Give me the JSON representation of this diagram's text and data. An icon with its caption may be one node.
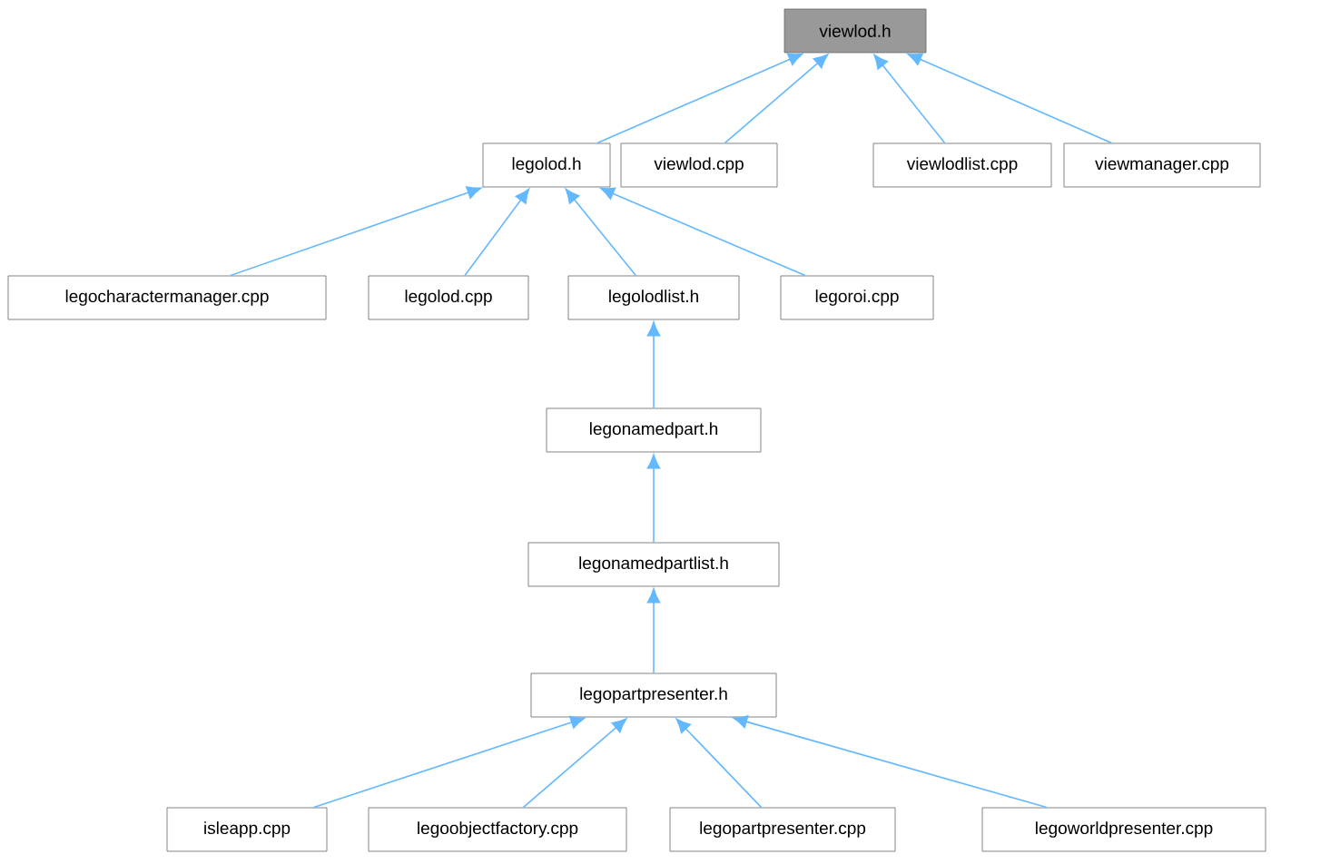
{
  "diagram": {
    "nodes": [
      {
        "text": [
          "viewlod.h"
        ]
      },
      {
        "text": [
          "legolod.h"
        ]
      },
      {
        "text": [
          "viewlod.cpp"
        ]
      },
      {
        "text": [
          "viewlodlist.cpp"
        ]
      },
      {
        "text": [
          "viewmanager.cpp"
        ]
      },
      {
        "text": [
          "legocharactermanager.cpp"
        ]
      },
      {
        "text": [
          "legolod.cpp"
        ]
      },
      {
        "text": [
          "legolodlist.h"
        ]
      },
      {
        "text": [
          "legoroi.cpp"
        ]
      },
      {
        "text": [
          "legonamedpart.h"
        ]
      },
      {
        "text": [
          "legonamedpartlist.h"
        ]
      },
      {
        "text": [
          "legopartpresenter.h"
        ]
      },
      {
        "text": [
          "isleapp.cpp"
        ]
      },
      {
        "text": [
          "legoobjectfactory.cpp"
        ]
      },
      {
        "text": [
          "legopartpresenter.cpp"
        ]
      },
      {
        "text": [
          "legoworldpresenter.cpp"
        ]
      }
    ],
    "edges": [
      {
        "from": 1,
        "to": 0,
        "arrow": "to"
      },
      {
        "from": 2,
        "to": 0,
        "arrow": "to"
      },
      {
        "from": 3,
        "to": 0,
        "arrow": "to"
      },
      {
        "from": 4,
        "to": 0,
        "arrow": "to"
      },
      {
        "from": 5,
        "to": 1,
        "arrow": "to"
      },
      {
        "from": 6,
        "to": 1,
        "arrow": "to"
      },
      {
        "from": 7,
        "to": 1,
        "arrow": "to"
      },
      {
        "from": 8,
        "to": 1,
        "arrow": "to"
      },
      {
        "from": 9,
        "to": 7,
        "arrow": "to"
      },
      {
        "from": 10,
        "to": 9,
        "arrow": "to"
      },
      {
        "from": 11,
        "to": 10,
        "arrow": "to"
      },
      {
        "from": 12,
        "to": 11,
        "arrow": "to"
      },
      {
        "from": 13,
        "to": 11,
        "arrow": "to"
      },
      {
        "from": 14,
        "to": 11,
        "arrow": "to"
      },
      {
        "from": 15,
        "to": 11,
        "arrow": "to"
      }
    ]
  }
}
